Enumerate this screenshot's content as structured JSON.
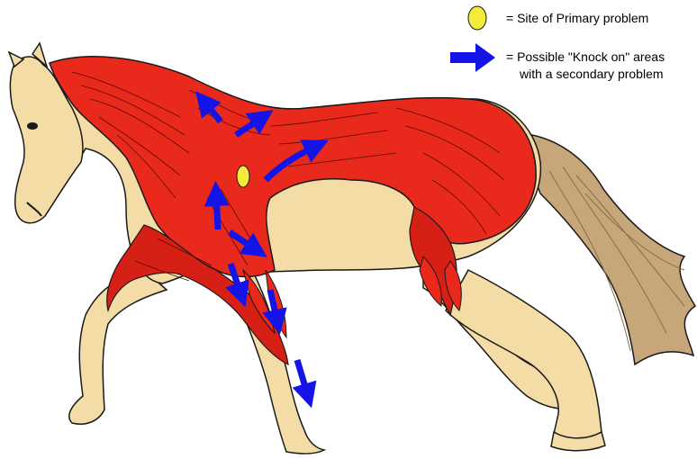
{
  "legend": {
    "primary_label": "= Site of Primary problem",
    "knock_label_line1": "= Possible \"Knock on\" areas",
    "knock_label_line2": "with a secondary problem"
  },
  "colors": {
    "muscle": "#e8291c",
    "muscle_dark": "#b5120c",
    "coat": "#f3dca6",
    "outline": "#1a1a1a",
    "tail": "#c7a77a",
    "primary_marker": "#f6ea3b",
    "arrow": "#1414e6"
  },
  "icons": {
    "primary_marker": "yellow-ellipse-icon",
    "knock_on_marker": "blue-arrow-icon"
  }
}
